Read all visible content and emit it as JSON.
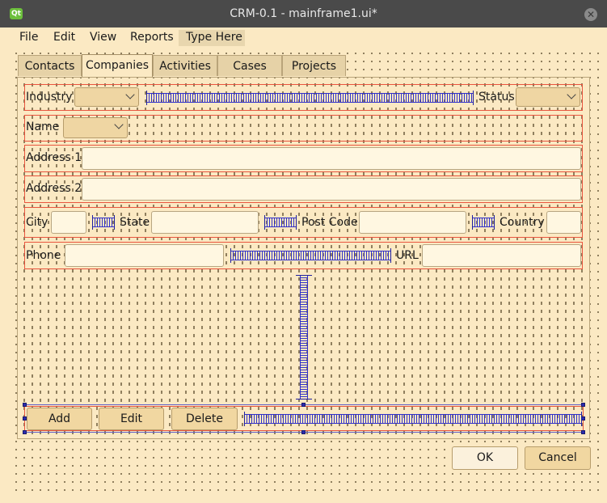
{
  "window": {
    "title": "CRM-0.1 - mainframe1.ui*",
    "app_icon_text": "Qt",
    "close_glyph": "✕"
  },
  "menu": {
    "items": [
      "File",
      "Edit",
      "View",
      "Reports",
      "Type Here"
    ]
  },
  "tabs": [
    "Contacts",
    "Companies",
    "Activities",
    "Cases",
    "Projects"
  ],
  "active_tab": "Companies",
  "form": {
    "industry_label": "Industry",
    "status_label": "Status",
    "name_label": "Name",
    "address1_label": "Address 1",
    "address2_label": "Address 2",
    "city_label": "City",
    "state_label": "State",
    "postcode_label": "Post Code",
    "country_label": "Country",
    "phone_label": "Phone",
    "url_label": "URL"
  },
  "buttons": {
    "add": "Add",
    "edit": "Edit",
    "delete": "Delete",
    "ok": "OK",
    "cancel": "Cancel"
  },
  "colors": {
    "background": "#fbe9c3",
    "layout_border": "#e8553e",
    "spacer": "#3030c8",
    "titlebar": "#4a4a4a"
  }
}
